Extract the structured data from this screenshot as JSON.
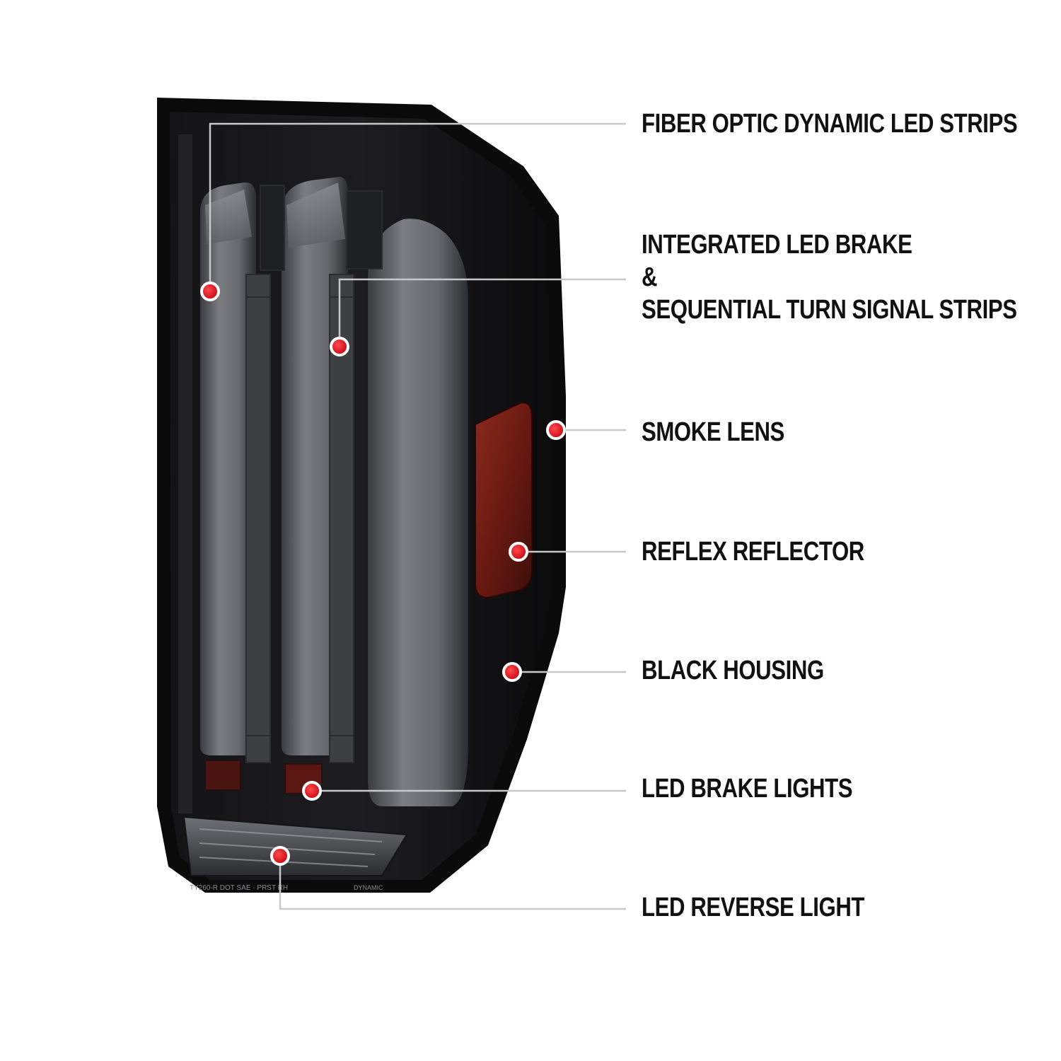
{
  "callouts": [
    {
      "id": "fiber-optic",
      "lines": [
        "FIBER OPTIC DYNAMIC LED STRIPS"
      ]
    },
    {
      "id": "integrated-brake",
      "lines": [
        "INTEGRATED LED BRAKE",
        "&",
        "SEQUENTIAL TURN SIGNAL STRIPS"
      ]
    },
    {
      "id": "smoke-lens",
      "lines": [
        "SMOKE LENS"
      ]
    },
    {
      "id": "reflex-reflector",
      "lines": [
        "REFLEX REFLECTOR"
      ]
    },
    {
      "id": "black-housing",
      "lines": [
        "BLACK HOUSING"
      ]
    },
    {
      "id": "led-brake-lights",
      "lines": [
        "LED BRAKE LIGHTS"
      ]
    },
    {
      "id": "led-reverse-light",
      "lines": [
        "LED REVERSE LIGHT"
      ]
    }
  ],
  "lens_print": {
    "left": "TY260-R  DOT  SAE  ·  PRST  RH",
    "right": "DYNAMIC"
  },
  "colors": {
    "housing": "#0c0c0d",
    "strip": "#6a6d72",
    "reflector": "#7a1e14",
    "dot": "#e0101c",
    "leader": "#c8c8c8",
    "label": "#111111"
  }
}
